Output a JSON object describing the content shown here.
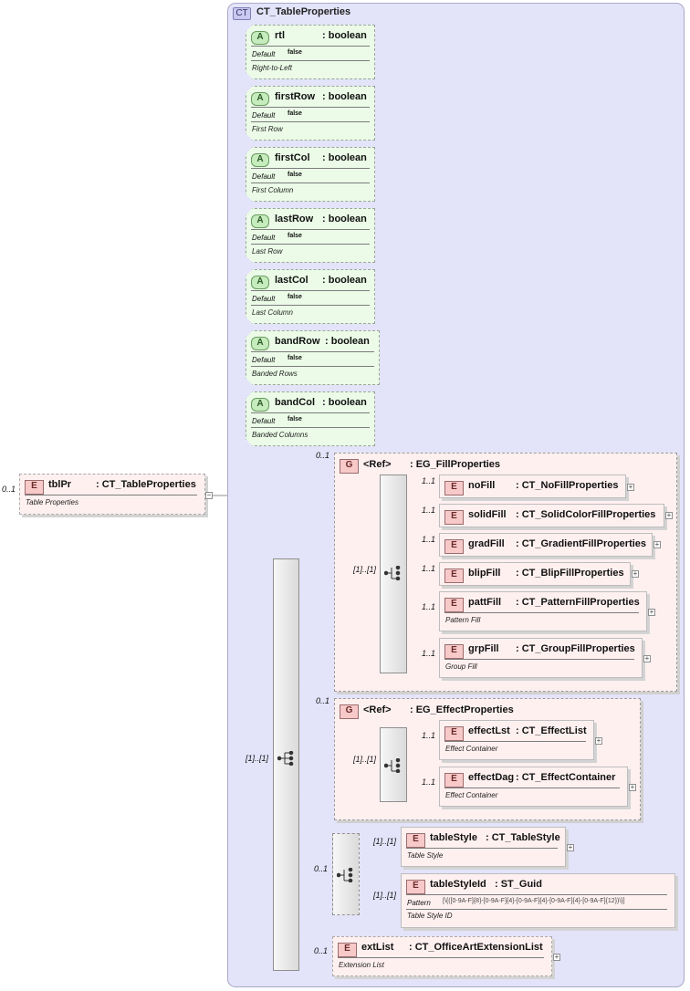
{
  "complex_type": {
    "tag": "CT",
    "name": "CT_TableProperties"
  },
  "root": {
    "tag": "E",
    "name": "tblPr",
    "type": ": CT_TableProperties",
    "doc": "Table Properties",
    "cardinality": "0..1"
  },
  "attributes": [
    {
      "tag": "A",
      "name": "rtl",
      "type": ": boolean",
      "default_label": "Default",
      "default_value": "false",
      "doc": "Right-to-Left"
    },
    {
      "tag": "A",
      "name": "firstRow",
      "type": ": boolean",
      "default_label": "Default",
      "default_value": "false",
      "doc": "First Row"
    },
    {
      "tag": "A",
      "name": "firstCol",
      "type": ": boolean",
      "default_label": "Default",
      "default_value": "false",
      "doc": "First Column"
    },
    {
      "tag": "A",
      "name": "lastRow",
      "type": ": boolean",
      "default_label": "Default",
      "default_value": "false",
      "doc": "Last Row"
    },
    {
      "tag": "A",
      "name": "lastCol",
      "type": ": boolean",
      "default_label": "Default",
      "default_value": "false",
      "doc": "Last Column"
    },
    {
      "tag": "A",
      "name": "bandRow",
      "type": ": boolean",
      "default_label": "Default",
      "default_value": "false",
      "doc": "Banded Rows"
    },
    {
      "tag": "A",
      "name": "bandCol",
      "type": ": boolean",
      "default_label": "Default",
      "default_value": "false",
      "doc": "Banded Columns"
    }
  ],
  "sequence_cardinality": "[1]..[1]",
  "fill_group": {
    "tag": "G",
    "ref": "<Ref>",
    "name": ": EG_FillProperties",
    "cardinality": "0..1",
    "choice_cardinality": "[1]..[1]",
    "elements": [
      {
        "tag": "E",
        "name": "noFill",
        "type": ": CT_NoFillProperties",
        "cardinality": "1..1",
        "doc": ""
      },
      {
        "tag": "E",
        "name": "solidFill",
        "type": ": CT_SolidColorFillProperties",
        "cardinality": "1..1",
        "doc": ""
      },
      {
        "tag": "E",
        "name": "gradFill",
        "type": ": CT_GradientFillProperties",
        "cardinality": "1..1",
        "doc": ""
      },
      {
        "tag": "E",
        "name": "blipFill",
        "type": ": CT_BlipFillProperties",
        "cardinality": "1..1",
        "doc": ""
      },
      {
        "tag": "E",
        "name": "pattFill",
        "type": ": CT_PatternFillProperties",
        "cardinality": "1..1",
        "doc": "Pattern Fill"
      },
      {
        "tag": "E",
        "name": "grpFill",
        "type": ": CT_GroupFillProperties",
        "cardinality": "1..1",
        "doc": "Group Fill"
      }
    ]
  },
  "effect_group": {
    "tag": "G",
    "ref": "<Ref>",
    "name": ": EG_EffectProperties",
    "cardinality": "0..1",
    "choice_cardinality": "[1]..[1]",
    "elements": [
      {
        "tag": "E",
        "name": "effectLst",
        "type": ": CT_EffectList",
        "cardinality": "1..1",
        "doc": "Effect Container"
      },
      {
        "tag": "E",
        "name": "effectDag",
        "type": ": CT_EffectContainer",
        "cardinality": "1..1",
        "doc": "Effect Container"
      }
    ]
  },
  "style_choice": {
    "cardinality": "0..1",
    "elements": [
      {
        "tag": "E",
        "name": "tableStyle",
        "type": ": CT_TableStyle",
        "cardinality": "[1]..[1]",
        "doc": "Table Style"
      },
      {
        "tag": "E",
        "name": "tableStyleId",
        "type": ": ST_Guid",
        "cardinality": "[1]..[1]",
        "pattern_label": "Pattern",
        "pattern_value": "[\\{([0-9A-F]{8}-[0-9A-F]{4}-[0-9A-F]{4}-[0-9A-F]{4}-[0-9A-F]{12})\\}]",
        "doc": "Table Style ID"
      }
    ]
  },
  "ext_list": {
    "tag": "E",
    "name": "extList",
    "type": ": CT_OfficeArtExtensionList",
    "cardinality": "0..1",
    "doc": "Extension List"
  },
  "symbols": {
    "collapse": "−",
    "expand": "+"
  },
  "colors": {
    "ct_panel": "#e3e3fa",
    "attribute": "#ebfbe7",
    "element": "#fff0f0",
    "tag_element": "#f8c9c9"
  }
}
